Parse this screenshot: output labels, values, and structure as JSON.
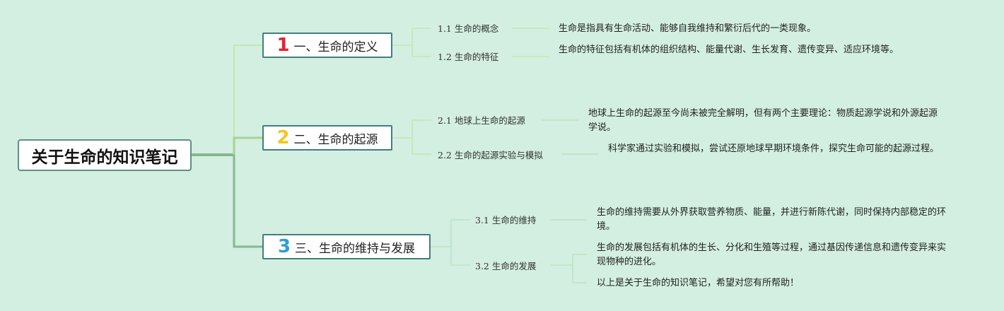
{
  "root": {
    "label": "关于生命的知识笔记"
  },
  "branches": [
    {
      "number": "1",
      "number_color": "#e02532",
      "label": "一、生命的定义",
      "children": [
        {
          "label": "1.1 生命的概念",
          "notes": [
            "生命是指具有生命活动、能够自我维持和繁衍后代的一类现象。"
          ]
        },
        {
          "label": "1.2 生命的特征",
          "notes": [
            "生命的特征包括有机体的组织结构、能量代谢、生长发育、遗传变异、适应环境等。"
          ]
        }
      ]
    },
    {
      "number": "2",
      "number_color": "#f3c623",
      "label": "二、生命的起源",
      "children": [
        {
          "label": "2.1 地球上生命的起源",
          "notes": [
            "地球上生命的起源至今尚未被完全解明，但有两个主要理论：物质起源学说和外源起源学说。"
          ]
        },
        {
          "label": "2.2 生命的起源实验与模拟",
          "notes": [
            "科学家通过实验和模拟，尝试还原地球早期环境条件，探究生命可能的起源过程。"
          ]
        }
      ]
    },
    {
      "number": "3",
      "number_color": "#2a9fd8",
      "label": "三、生命的维持与发展",
      "children": [
        {
          "label": "3.1 生命的维持",
          "notes": [
            "生命的维持需要从外界获取营养物质、能量，并进行新陈代谢，同时保持内部稳定的环境。"
          ]
        },
        {
          "label": "3.2 生命的发展",
          "notes": [
            "生命的发展包括有机体的生长、分化和生殖等过程，通过基因传递信息和遗传变异来实现物种的进化。",
            "以上是关于生命的知识笔记，希望对您有所帮助！"
          ]
        }
      ]
    }
  ],
  "colors": {
    "background": "#d3efe1",
    "trunk": "#86b793",
    "branch": "#bde3a9",
    "leaf": "#b9e3c0"
  }
}
